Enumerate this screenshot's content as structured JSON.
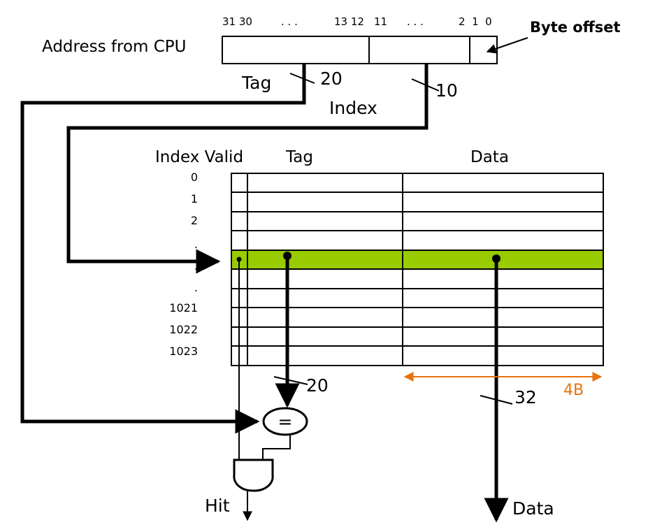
{
  "address": {
    "label": "Address from CPU",
    "bit_labels": {
      "b31_30": "31 30",
      "dots1": ". . .",
      "b13_12": "13 12",
      "b11": "11",
      "dots2": ". . .",
      "b2_1_0": "2  1  0"
    },
    "byte_offset_label": "Byte offset",
    "tag_label": "Tag",
    "tag_width": "20",
    "index_label": "Index",
    "index_width": "10"
  },
  "table": {
    "headers": {
      "index_valid": "Index Valid",
      "tag": "Tag",
      "data": "Data"
    },
    "row_indices": [
      "0",
      "1",
      "2",
      ".",
      ".",
      ".",
      "1021",
      "1022",
      "1023"
    ],
    "highlight_color": "#99cc00"
  },
  "outputs": {
    "tag_width": "20",
    "data_width": "32",
    "block_size": "4B",
    "comparator": "=",
    "hit_label": "Hit",
    "data_label": "Data"
  },
  "colors": {
    "accent": "#e8720c",
    "line": "#000000",
    "highlight": "#99cc00"
  }
}
